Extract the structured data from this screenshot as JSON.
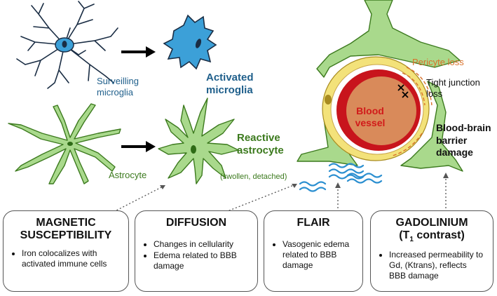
{
  "labels": {
    "surveilling_microglia": "Surveilling\nmicroglia",
    "activated_microglia": "Activated\nmicroglia",
    "astrocyte": "Astrocyte",
    "reactive_astrocyte": "Reactive\nastrocyte",
    "swollen_detached": "(swollen, detached)",
    "pericyte_loss": "Pericyte loss",
    "tight_junction_loss": "Tight junction\nloss",
    "blood_vessel": "Blood\nvessel",
    "bbb_damage": "Blood-brain\nbarrier\ndamage"
  },
  "boxes": [
    {
      "title_line1": "MAGNETIC",
      "title_line2": "SUSCEPTIBILITY",
      "bullets": [
        "Iron colocalizes with activated immune cells"
      ]
    },
    {
      "title_line1": "DIFFUSION",
      "title_line2": "",
      "bullets": [
        "Changes in cellularity",
        "Edema related to BBB damage"
      ]
    },
    {
      "title_line1": "FLAIR",
      "title_line2": "",
      "bullets": [
        "Vasogenic edema related to BBB damage"
      ]
    },
    {
      "title_line1": "GADOLINIUM",
      "title_line2_main": "(T",
      "title_line2_sub": "1",
      "title_line2_end": " contrast)",
      "bullets": [
        "Increased permeability to Gd, (Ktrans), reflects BBB damage"
      ]
    }
  ],
  "colors": {
    "microglia_text": "#1f5f8b",
    "astro_text": "#3c7a1e",
    "pericyte_text": "#d9702a",
    "vessel_text": "#d11a1a",
    "astro_fill": "#a9d98c",
    "microglia_fill": "#3ca0d8",
    "water": "#2b8fd0"
  }
}
